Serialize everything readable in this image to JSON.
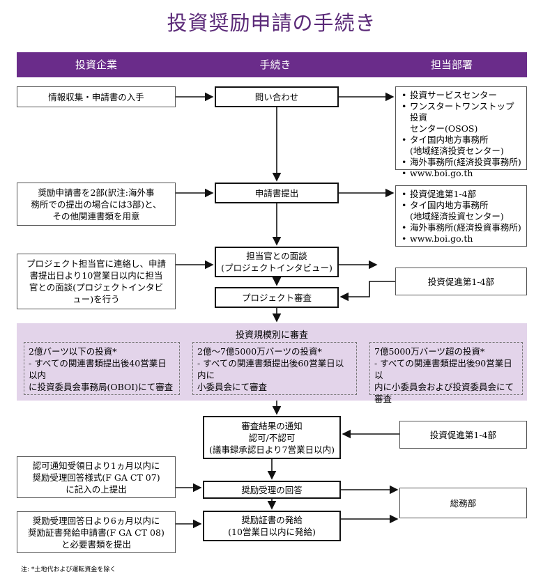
{
  "title": "投資奨励申請の手続き",
  "headers": [
    "投資企業",
    "手続き",
    "担当部署"
  ],
  "procedures": {
    "inquiry": "問い合わせ",
    "submit": "申請書提出",
    "interview": [
      "担当官との面談",
      "(プロジェクトインタビュー)"
    ],
    "review": "プロジェクト審査",
    "notify": [
      "審査結果の通知",
      "認可/不認可",
      "(議事録承認日より7営業日以内)"
    ],
    "reply": "奨励受理の回答",
    "issue": [
      "奨励証書の発給",
      "(10営業日以内に発給)"
    ]
  },
  "company": {
    "c1": "情報収集・申請書の入手",
    "c2": [
      "奨励申請書を2部(訳注:海外事",
      "務所での提出の場合には3部)と、",
      "その他関連書類を用意"
    ],
    "c3": [
      "プロジェクト担当官に連絡し、申請",
      "書提出日より10営業日以内に担当",
      "官との面談(プロジェクトインタビ",
      "ュー)を行う"
    ],
    "c4": [
      "認可通知受領日より1ヵ月以内に",
      "奨励受理回答様式(F GA CT 07)",
      "に記入の上提出"
    ],
    "c5": [
      "奨励受理回答日より6ヵ月以内に",
      "奨励証書発給申請書(F GA CT 08)",
      "と必要書類を提出"
    ]
  },
  "departments": {
    "d1": [
      "投資サービスセンター",
      "ワンスタートワンストップ投資",
      "センター(OSOS)",
      "タイ国内地方事務所",
      "(地域経済投資センター)",
      "海外事務所(経済投資事務所)",
      "www.boi.go.th"
    ],
    "d2": [
      "投資促進第1-4部",
      "タイ国内地方事務所",
      "(地域経済投資センター)",
      "海外事務所(経済投資事務所)",
      "www.boi.go.th"
    ],
    "d3": "投資促進第1-4部",
    "d4": "投資促進第1-4部",
    "d5": "総務部"
  },
  "scale": {
    "title": "投資規模別に審査",
    "t1": [
      "2億バーツ以下の投資*",
      "- すべての関連書類提出後40営業日以内",
      "に投資委員会事務局(OBOI)にて審査"
    ],
    "t2": [
      "2億～7億5000万バーツの投資*",
      "- すべての関連書類提出後60営業日以内に",
      "小委員会にて審査"
    ],
    "t3": [
      "7億5000万バーツ超の投資*",
      "- すべての関連書類提出後90営業日以",
      "内に小委員会および投資委員会にて",
      "審査"
    ]
  },
  "note": "注:  *土地代および運転資金を除く"
}
